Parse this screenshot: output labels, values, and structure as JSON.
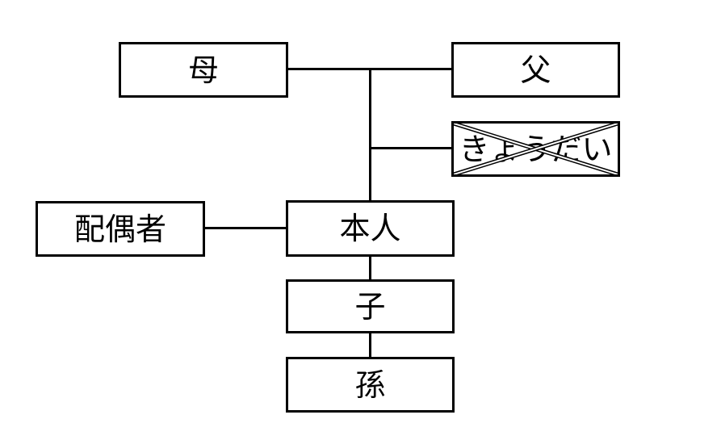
{
  "diagram": {
    "title": "",
    "nodes": {
      "mother": {
        "label": "母"
      },
      "father": {
        "label": "父"
      },
      "siblings": {
        "label": "きょうだい",
        "crossed_out": true
      },
      "spouse": {
        "label": "配偶者"
      },
      "self": {
        "label": "本人"
      },
      "child": {
        "label": "子"
      },
      "grandchild": {
        "label": "孫"
      }
    },
    "edges": [
      {
        "from": "mother",
        "to": "father",
        "type": "marriage"
      },
      {
        "from": "parents",
        "to": "siblings",
        "type": "descent"
      },
      {
        "from": "parents",
        "to": "self",
        "type": "descent"
      },
      {
        "from": "spouse",
        "to": "self",
        "type": "marriage"
      },
      {
        "from": "self",
        "to": "child",
        "type": "descent"
      },
      {
        "from": "child",
        "to": "grandchild",
        "type": "descent"
      }
    ],
    "colors": {
      "stroke": "#000000",
      "background": "#ffffff"
    }
  }
}
